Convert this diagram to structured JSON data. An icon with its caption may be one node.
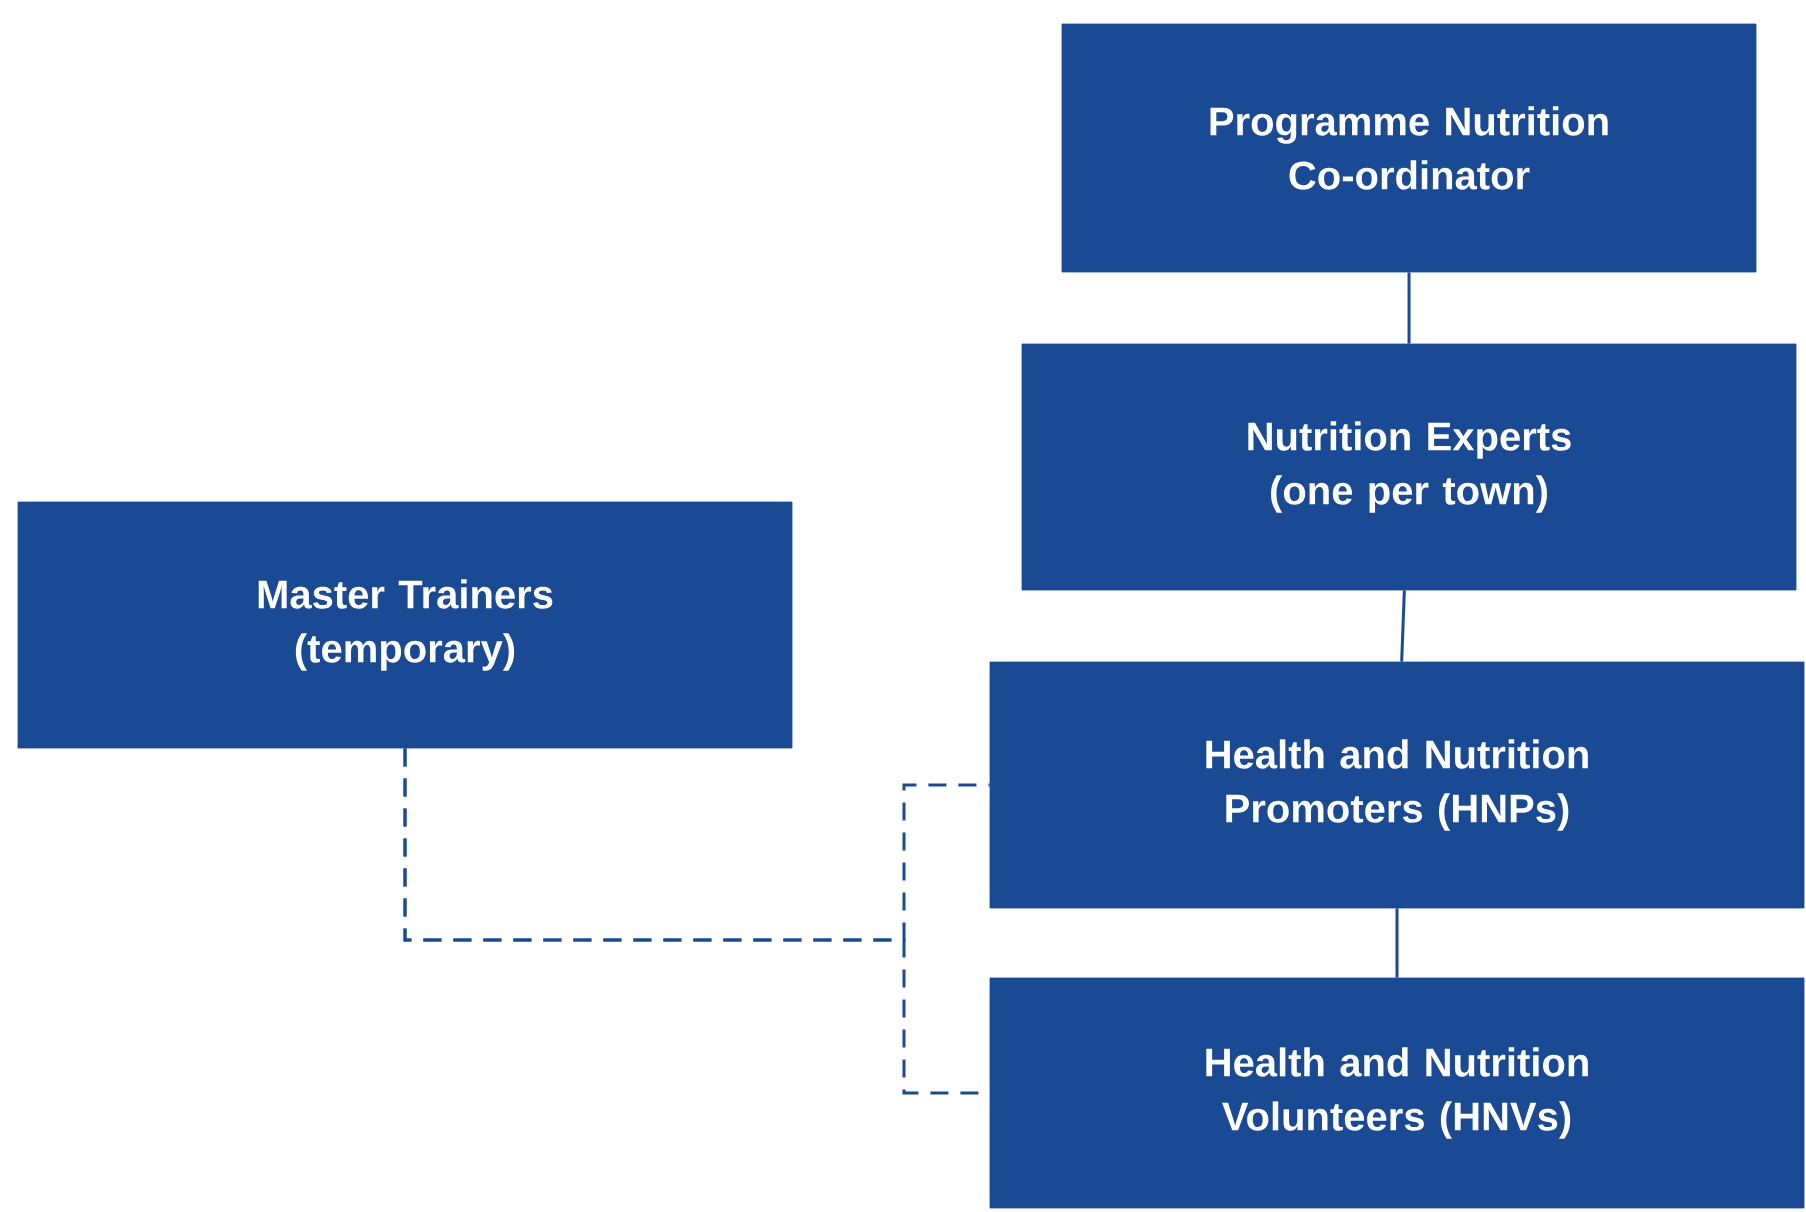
{
  "diagram": {
    "nodes": [
      {
        "text": [
          "Programme Nutrition Co-ordinator"
        ]
      },
      {
        "text": [
          "Nutrition Experts (one per town)"
        ]
      },
      {
        "text": [
          "Master Trainers (temporary)"
        ]
      },
      {
        "text": [
          "Health and Nutrition Promoters (HNPs)"
        ]
      },
      {
        "text": [
          "Health and Nutrition Volunteers (HNVs)"
        ]
      }
    ],
    "edges": [
      {
        "from": 0,
        "to": 1,
        "arrow": "none"
      },
      {
        "from": 1,
        "to": 3,
        "arrow": "none"
      },
      {
        "from": 3,
        "to": 4,
        "arrow": "none"
      },
      {
        "from": 2,
        "to": 3,
        "arrow": "none",
        "style": "dashed"
      },
      {
        "from": 2,
        "to": 4,
        "arrow": "none",
        "style": "dashed"
      }
    ]
  }
}
